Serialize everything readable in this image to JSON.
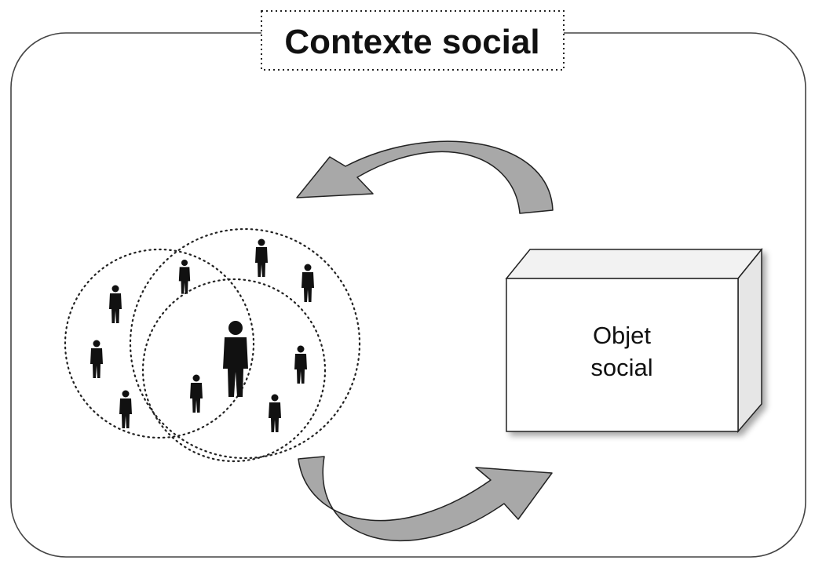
{
  "title": "Contexte social",
  "object_box": {
    "line1": "Objet",
    "line2": "social"
  },
  "colors": {
    "frame_stroke": "#444444",
    "arrow_fill": "#a8a8a8",
    "arrow_stroke": "#222222",
    "person_fill": "#111111",
    "box_front": "#ffffff",
    "box_top": "#f2f2f2",
    "box_side": "#e6e6e6"
  },
  "icons": {
    "central_person": "person-icon",
    "small_people": "person-icon"
  }
}
